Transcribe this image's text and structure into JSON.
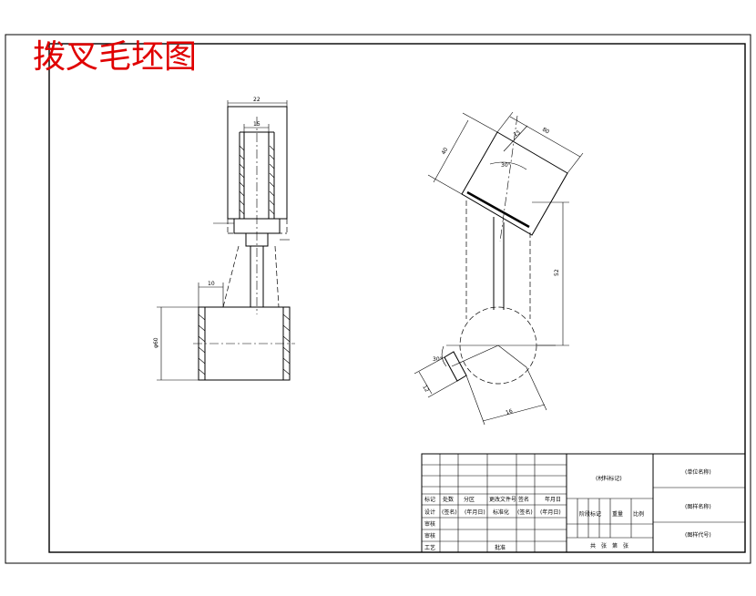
{
  "drawing": {
    "title": "拨叉毛坯图",
    "colors": {
      "title": "#e00000",
      "line": "#000000"
    }
  },
  "left_view": {
    "dims": {
      "top_width": "22",
      "bore": "15",
      "side": "10",
      "diameter": "φ60"
    }
  },
  "right_view": {
    "dims": {
      "top_a": "40",
      "top_b": "15",
      "top_c": "80",
      "angle_top": "30°",
      "height": "52",
      "angle_bottom": "30°",
      "bottom_a": "12",
      "bottom_b": "16"
    }
  },
  "title_block": {
    "material": "(材料标记)",
    "unit": "(单位名称)",
    "part_name": "(图样名称)",
    "part_code": "(图样代号)",
    "stage_mark": "阶段标记",
    "weight": "重量",
    "scale": "比例",
    "sheets": "共　张　第　张",
    "row1": [
      "标记",
      "处数",
      "分区",
      "更改文件号",
      "签名",
      "年月日"
    ],
    "row2": [
      "设计",
      "(签名)",
      "(年月日)",
      "标准化",
      "(签名)",
      "(年月日)"
    ],
    "review": "审核",
    "craft": "工艺",
    "approve": "批准",
    "process": "审核"
  }
}
